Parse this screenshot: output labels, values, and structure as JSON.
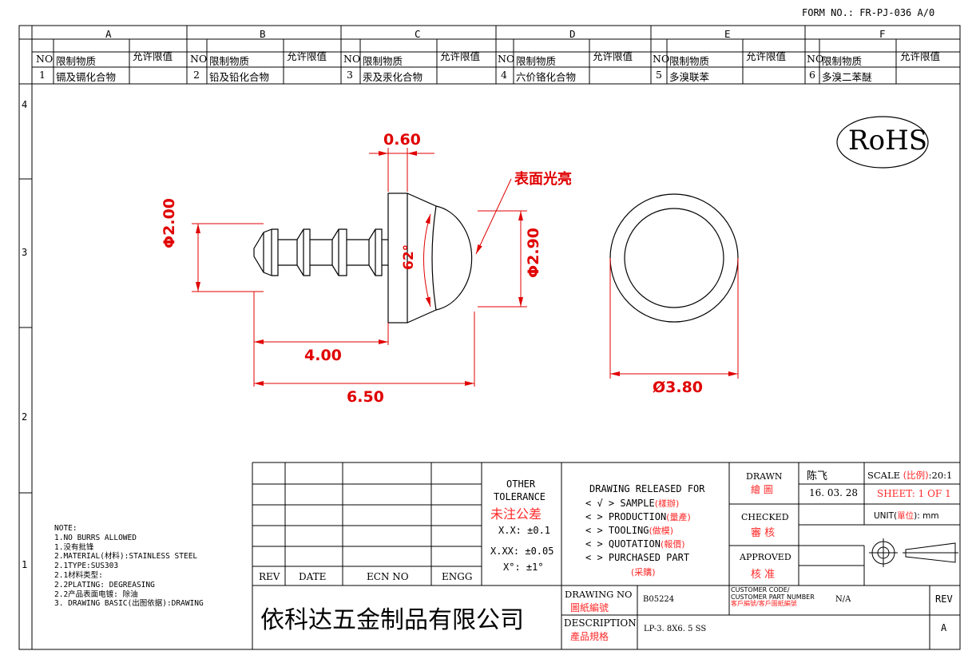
{
  "form_no": "FORM NO.: FR-PJ-036 A/0",
  "columns": [
    "A",
    "B",
    "C",
    "D",
    "E",
    "F"
  ],
  "rows": [
    "4",
    "3",
    "2",
    "1"
  ],
  "header_labels": {
    "no": "NO",
    "substance": "限制物质",
    "limit": "允许限值"
  },
  "substances": [
    {
      "no": "1",
      "name": "镉及镉化合物"
    },
    {
      "no": "2",
      "name": "铅及铅化合物"
    },
    {
      "no": "3",
      "name": "汞及汞化合物"
    },
    {
      "no": "4",
      "name": "六价铬化合物"
    },
    {
      "no": "5",
      "name": "多溴联苯"
    },
    {
      "no": "6",
      "name": "多溴二苯醚"
    }
  ],
  "rohs": "RoHS",
  "drawing": {
    "d_060": "0.60",
    "surface_note": "表面光亮",
    "d_200": "Φ2.00",
    "angle": "62°",
    "d_290": "Φ2.90",
    "d_400": "4.00",
    "d_650": "6.50",
    "d_380": "Ø3.80"
  },
  "notes": [
    "NOTE:",
    "1.NO BURRS ALLOWED",
    "1.没有批锋",
    "2.MATERIAL(材料):STAINLESS STEEL",
    "2.1TYPE:SUS303",
    "2.1材料类型:",
    "2.2PLATING: DEGREASING",
    "2.2产品表面电镀: 除油",
    "3. DRAWING BASIC(出图依据):DRAWING"
  ],
  "rev_table": {
    "rev": "REV",
    "date": "DATE",
    "ecn": "ECN NO",
    "engg": "ENGG"
  },
  "tolerance": {
    "title1": "OTHER",
    "title2": "TOLERANCE",
    "title_cn": "未注公差",
    "xx": "X.X: ±0.1",
    "xxx": "X.XX: ±0.05",
    "angle": "X°: ±1°"
  },
  "release": {
    "title": "DRAWING RELEASED FOR",
    "items": [
      {
        "mark": "< √ >",
        "en": "SAMPLE",
        "cn": "(樣辦)"
      },
      {
        "mark": "<    >",
        "en": "PRODUCTION",
        "cn": "(量產)"
      },
      {
        "mark": "<    >",
        "en": "TOOLING",
        "cn": "(做模)"
      },
      {
        "mark": "<    >",
        "en": "QUOTATION",
        "cn": "(報價)"
      },
      {
        "mark": "<    >",
        "en": "PURCHASED PART",
        "cn": "(采購)"
      }
    ]
  },
  "approval": {
    "drawn": "DRAWN",
    "drawn_cn": "繪 圖",
    "drawn_name": "陈飞",
    "drawn_date": "16. 03. 28",
    "checked": "CHECKED",
    "checked_cn": "審 核",
    "approved": "APPROVED",
    "approved_cn": "核 准"
  },
  "scale": {
    "label": "SCALE",
    "label_cn": "(比例)",
    "value": ":20:1"
  },
  "sheet": "SHEET:  1 OF 1",
  "unit": {
    "label": "UNIT(",
    "label_cn": "單位",
    "value": "): mm"
  },
  "company": "依科达五金制品有限公司",
  "drawing_no": {
    "label": "DRAWING NO",
    "label_cn": "圖紙編號",
    "value": "B05224"
  },
  "customer": {
    "line1": "CUSTOMER CODE/",
    "line2": "CUSTOMER PART NUMBER",
    "line3": "客戶編號/客戶圖紙編號",
    "value": "N/A"
  },
  "rev_label": "REV",
  "rev_value": "A",
  "description": {
    "label": "DESCRIPTION",
    "label_cn": "產品規格",
    "value": "LP-3. 8X6. 5 SS"
  }
}
